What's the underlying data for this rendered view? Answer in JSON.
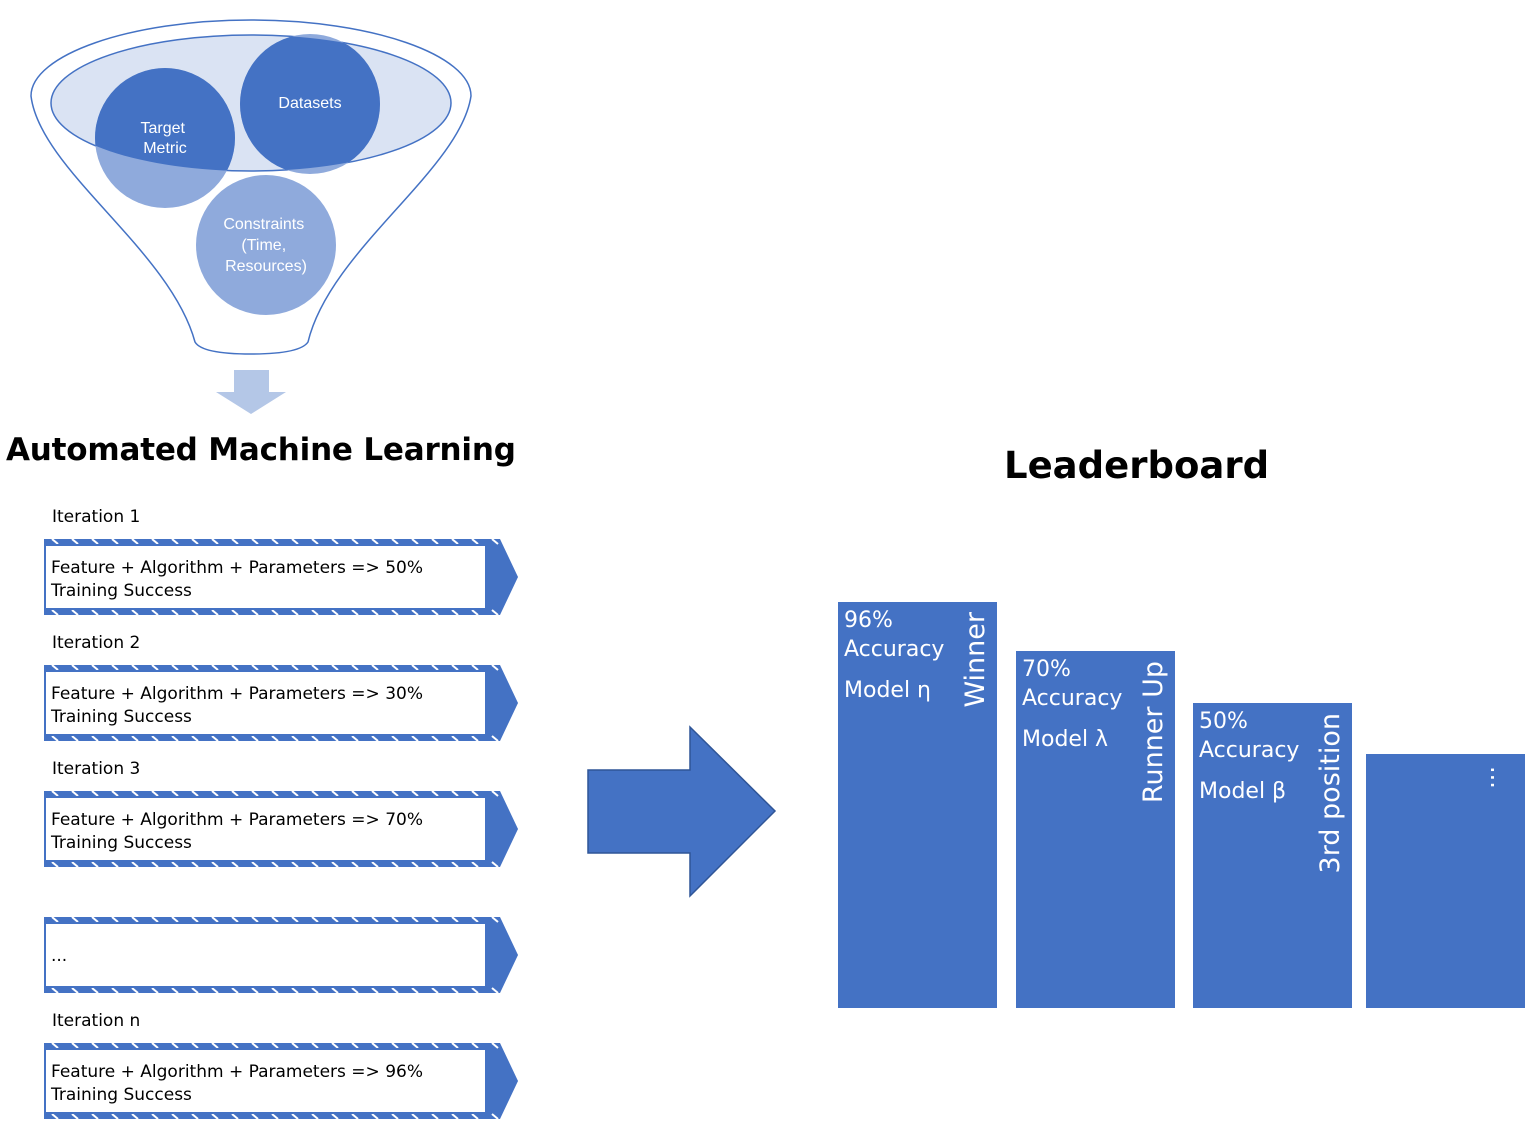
{
  "funnel": {
    "target_metric": [
      "Target",
      "Metric"
    ],
    "datasets": "Datasets",
    "constraints": [
      "Constraints",
      "(Time,",
      "Resources)"
    ]
  },
  "automl": {
    "title": "Automated Machine Learning",
    "iterations": [
      {
        "label": "Iteration 1",
        "line1": "Feature + Algorithm + Parameters => 50%",
        "line2": "Training Success"
      },
      {
        "label": "Iteration 2",
        "line1": "Feature + Algorithm + Parameters => 30%",
        "line2": "Training Success"
      },
      {
        "label": "Iteration 3",
        "line1": "Feature + Algorithm + Parameters => 70%",
        "line2": "Training Success"
      },
      {
        "label": "",
        "line1": "...",
        "line2": ""
      },
      {
        "label": "Iteration n",
        "line1": "Feature + Algorithm + Parameters => 96%",
        "line2": "Training Success"
      }
    ]
  },
  "leaderboard": {
    "title": "Leaderboard",
    "entries": [
      {
        "pct": "96%",
        "acc": "Accuracy",
        "model": "Model η",
        "rank": "Winner"
      },
      {
        "pct": "70%",
        "acc": "Accuracy",
        "model": "Model λ",
        "rank": "Runner Up"
      },
      {
        "pct": "50%",
        "acc": "Accuracy",
        "model": "Model β",
        "rank": "3rd position"
      },
      {
        "pct": "",
        "acc": "",
        "model": "",
        "rank": "",
        "more": "..."
      }
    ]
  },
  "colors": {
    "primary": "#4472c4",
    "light": "#8faadc",
    "pale": "#dae3f3",
    "outline": "#2f5597"
  }
}
